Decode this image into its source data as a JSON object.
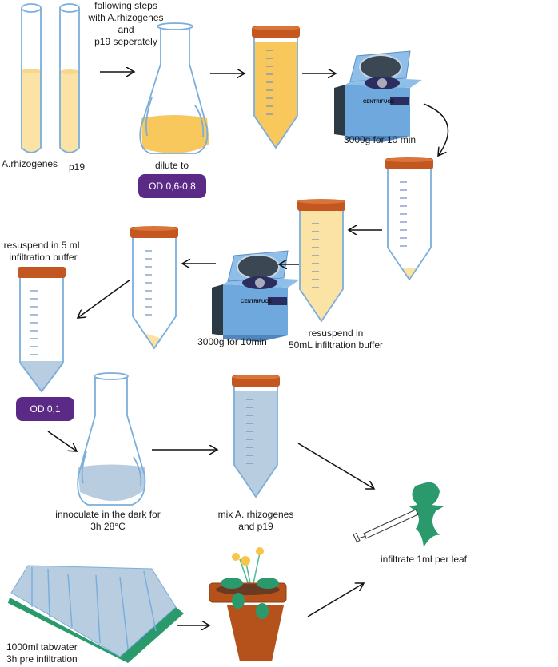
{
  "labels": {
    "steps_note": "following steps\nwith A.rhizogenes\nand\np19 seperately",
    "tube_a": "A.rhizogenes",
    "tube_p19": "p19",
    "dilute": "dilute to",
    "od_dilute": "OD 0,6-0,8",
    "centrifuge1": "3000g for 10 min",
    "resuspend50": "resuspend in\n50mL infiltration buffer",
    "centrifuge2": "3000g for 10min",
    "resuspend5": "resuspend in 5 mL\ninfiltration buffer",
    "od_final": "OD 0,1",
    "innoculate": "innoculate in the dark for\n3h 28°C",
    "mix": "mix A. rhizogenes\nand p19",
    "infiltrate": "infiltrate 1ml per leaf",
    "water": "1000ml tabwater\n3h pre infiltration",
    "centrifuge_brand": "CENTRIFUGE"
  },
  "colors": {
    "glass": "#7aaedc",
    "culture": "#fbe3a5",
    "culture_dense": "#f9c85c",
    "cap": "#c4571f",
    "buffer": "#b9cde0",
    "badge": "#5b2a86",
    "leaf": "#2a9a6c",
    "pot": "#b5521b",
    "centrifuge": "#6fa8dc"
  },
  "icons": [
    "test-tube-icon",
    "erlenmeyer-flask-icon",
    "falcon-tube-icon",
    "centrifuge-icon",
    "arrow-icon",
    "syringe-icon",
    "leaf-icon",
    "propagator-icon",
    "potted-plant-icon"
  ]
}
